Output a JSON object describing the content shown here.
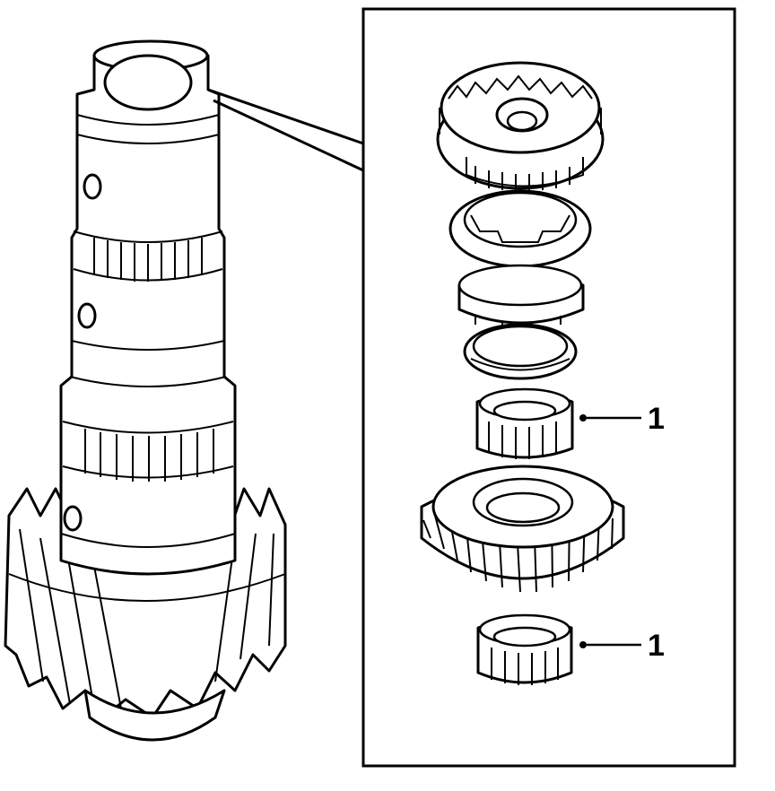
{
  "diagram": {
    "callouts": [
      {
        "id": "bearing-upper",
        "label": "1"
      },
      {
        "id": "bearing-lower",
        "label": "1"
      }
    ]
  }
}
